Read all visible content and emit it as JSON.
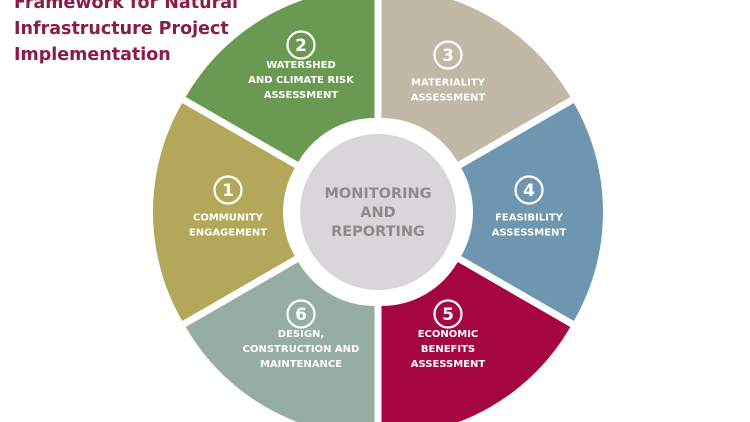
{
  "title_lines": [
    "Framework for Natural",
    "Infrastructure Project",
    "Implementation"
  ],
  "center": {
    "lines": [
      "MONITORING",
      "AND",
      "REPORTING"
    ],
    "color": "#d9d6d9"
  },
  "segments": [
    {
      "number": "1",
      "lines": [
        "COMMUNITY",
        "ENGAGEMENT"
      ],
      "color": "#b3a85a"
    },
    {
      "number": "2",
      "lines": [
        "WATERSHED",
        "AND CLIMATE RISK",
        "ASSESSMENT"
      ],
      "color": "#6a9a52"
    },
    {
      "number": "3",
      "lines": [
        "MATERIALITY",
        "ASSESSMENT"
      ],
      "color": "#c1b8a6"
    },
    {
      "number": "4",
      "lines": [
        "FEASIBILITY",
        "ASSESSMENT"
      ],
      "color": "#6f96b0"
    },
    {
      "number": "5",
      "lines": [
        "ECONOMIC",
        "BENEFITS",
        "ASSESSMENT"
      ],
      "color": "#a6063f"
    },
    {
      "number": "6",
      "lines": [
        "DESIGN,",
        "CONSTRUCTION AND",
        "MAINTENANCE"
      ],
      "color": "#95aea1"
    }
  ]
}
